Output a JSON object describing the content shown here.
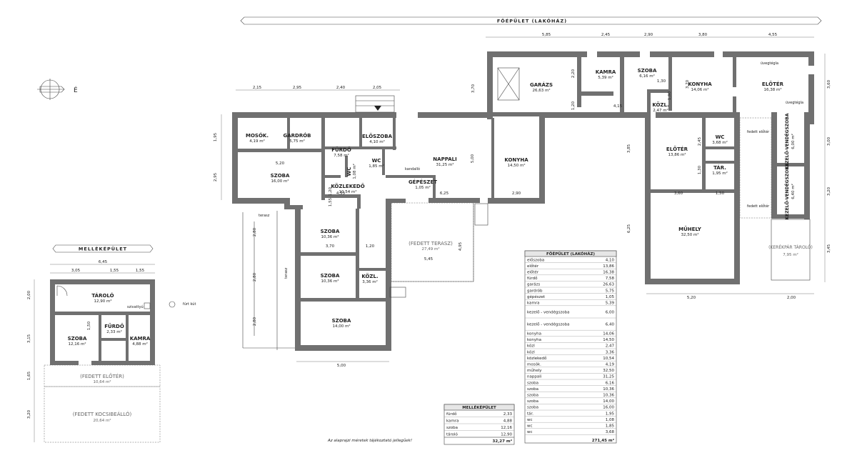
{
  "main_building_title": "FŐÉPÜLET (LAKÓHÁZ)",
  "annex_title": "MELLÉKÉPÜLET",
  "disclaimer": "Az alaprajzi méretek tájékoztató jellegűek!",
  "compass_label": "É",
  "labels": {
    "terrace_rail_1": "terasz",
    "terrace_rail_2": "terasz",
    "glass_brick_1": "üvegtégla",
    "glass_brick_2": "üvegtégla",
    "covered_hall_1": "fedett előtér",
    "covered_hall_2": "fedett előtér",
    "fireplace": "kandalló",
    "pump": "szivattyú",
    "well": "fúrt kút"
  },
  "rooms": {
    "mosok": {
      "name": "MOSÓK.",
      "area": "4,19 m²"
    },
    "gardrob": {
      "name": "GARDRÓB",
      "area": "5,75 m²"
    },
    "furdo": {
      "name": "FÜRDŐ",
      "area": "7,58 m²"
    },
    "wc_small": {
      "name": "WC",
      "area": "1,08 m²"
    },
    "eloszoba": {
      "name": "ELŐSZOBA",
      "area": "4,10 m²"
    },
    "wc2": {
      "name": "WC",
      "area": "1,85 m²"
    },
    "nappali": {
      "name": "NAPPALI",
      "area": "31,25 m²"
    },
    "gepeszet": {
      "name": "GÉPÉSZET",
      "area": "1,05 m²"
    },
    "konyha1": {
      "name": "KONYHA",
      "area": "14,50 m²"
    },
    "szoba_w": {
      "name": "SZOBA",
      "area": "16,00 m²"
    },
    "kozlekedo": {
      "name": "KÖZLEKEDŐ",
      "area": "10,54 m²"
    },
    "szoba_a": {
      "name": "SZOBA",
      "area": "10,36 m²"
    },
    "szoba_b": {
      "name": "SZOBA",
      "area": "10,36 m²"
    },
    "kozl_s": {
      "name": "KÖZL.",
      "area": "3,36 m²"
    },
    "szoba_c": {
      "name": "SZOBA",
      "area": "14,00 m²"
    },
    "terasz": {
      "name": "(FEDETT TERASZ)",
      "area": "27,49 m²"
    },
    "garazs": {
      "name": "GARÁZS",
      "area": "26,63 m²"
    },
    "kamra1": {
      "name": "KAMRA",
      "area": "5,39 m²"
    },
    "szoba_n": {
      "name": "SZOBA",
      "area": "6,16 m²"
    },
    "konyha2": {
      "name": "KONYHA",
      "area": "14,06 m²"
    },
    "eloter1": {
      "name": "ELŐTÉR",
      "area": "16,38 m²"
    },
    "kozl_n": {
      "name": "KÖZL.",
      "area": "2,47 m²"
    },
    "eloter2": {
      "name": "ELŐTÉR",
      "area": "13,86 m²"
    },
    "wc3": {
      "name": "WC",
      "area": "3,68 m²"
    },
    "tar": {
      "name": "TÁR.",
      "area": "1,95 m²"
    },
    "kezelo1": {
      "name": "KEZELŐ-VENDÉGSZOBA",
      "area": "6,00 m²"
    },
    "kezelo2": {
      "name": "KEZELŐ-VENDÉGSZOBA",
      "area": "6,40 m²"
    },
    "muhely": {
      "name": "MŰHELY",
      "area": "32,50 m²"
    },
    "kerekpar": {
      "name": "(KERÉKPÁR TÁROLÓ)",
      "area": "7,95 m²"
    },
    "tarolo": {
      "name": "TÁROLÓ",
      "area": "12,90 m²"
    },
    "furdo2": {
      "name": "FÜRDŐ",
      "area": "2,33 m²"
    },
    "szoba_m": {
      "name": "SZOBA",
      "area": "12,16 m²"
    },
    "kamra2": {
      "name": "KAMRA",
      "area": "4,88 m²"
    },
    "fedett_eloter": {
      "name": "(FEDETT ELŐTÉR)",
      "area": "10,64 m²"
    },
    "kocsibeallo": {
      "name": "(FEDETT KOCSIBEÁLLÓ)",
      "area": "20,64 m²"
    }
  },
  "dimensions": {
    "top_main": [
      "5,85",
      "2,45",
      "2,90",
      "3,80",
      "4,55"
    ],
    "top_west": [
      "2,15",
      "2,95",
      "2,40",
      "2,05"
    ],
    "left_main": [
      "1,95",
      "2,95"
    ],
    "right_main": [
      "3,60",
      "3,00",
      "3,20",
      "3,45"
    ],
    "inner": [
      "3,70",
      "2,20",
      "1,20",
      "4,15",
      "1,30",
      "1,90",
      "3,70",
      "5,00",
      "2,45",
      "1,30",
      "3,85",
      "6,25",
      "3,60",
      "1,50",
      "6,25",
      "2,90",
      "5,20",
      "3,70",
      "1,20",
      "4,95",
      "5,45",
      "4,55",
      "1,20",
      "1,55",
      "2,80",
      "2,80",
      "2,80"
    ],
    "bottom_main": [
      "5,00",
      "5,20",
      "2,00"
    ],
    "annex_top": [
      "6,45",
      "3,05",
      "1,55",
      "1,55"
    ],
    "annex_left": [
      "2,00",
      "3,15",
      "1,65",
      "3,20"
    ],
    "annex_inner": [
      "1,50"
    ]
  },
  "main_table": {
    "title": "FŐÉPÜLET (LAKÓHÁZ)",
    "rows": [
      [
        "előszoba",
        "4,10"
      ],
      [
        "előtér",
        "13,86"
      ],
      [
        "előtér",
        "16,38"
      ],
      [
        "fürdő",
        "7,58"
      ],
      [
        "garázs",
        "26,63"
      ],
      [
        "gardrób",
        "5,75"
      ],
      [
        "gépészet",
        "1,05"
      ],
      [
        "kamra",
        "5,39"
      ],
      [
        "kezelő - vendégszoba",
        "6,00"
      ],
      [
        "kezelő - vendégszoba",
        "6,40"
      ],
      [
        "konyha",
        "14,06"
      ],
      [
        "konyha",
        "14,50"
      ],
      [
        "közl",
        "2,47"
      ],
      [
        "közl",
        "3,36"
      ],
      [
        "közlekedő",
        "10,54"
      ],
      [
        "mosók.",
        "4,19"
      ],
      [
        "műhely",
        "32,50"
      ],
      [
        "nappali",
        "31,25"
      ],
      [
        "szoba",
        "6,16"
      ],
      [
        "szoba",
        "10,36"
      ],
      [
        "szoba",
        "10,36"
      ],
      [
        "szoba",
        "14,00"
      ],
      [
        "szoba",
        "16,00"
      ],
      [
        "tár.",
        "1,95"
      ],
      [
        "wc",
        "1,08"
      ],
      [
        "wc",
        "1,85"
      ],
      [
        "wc",
        "3,68"
      ]
    ],
    "total": "271,45 m²"
  },
  "annex_table": {
    "title": "MELLÉKÉPÜLET",
    "rows": [
      [
        "fürdő",
        "2,33"
      ],
      [
        "kamra",
        "4,88"
      ],
      [
        "szoba",
        "12,16"
      ],
      [
        "tároló",
        "12,90"
      ]
    ],
    "total": "32,27 m²"
  }
}
